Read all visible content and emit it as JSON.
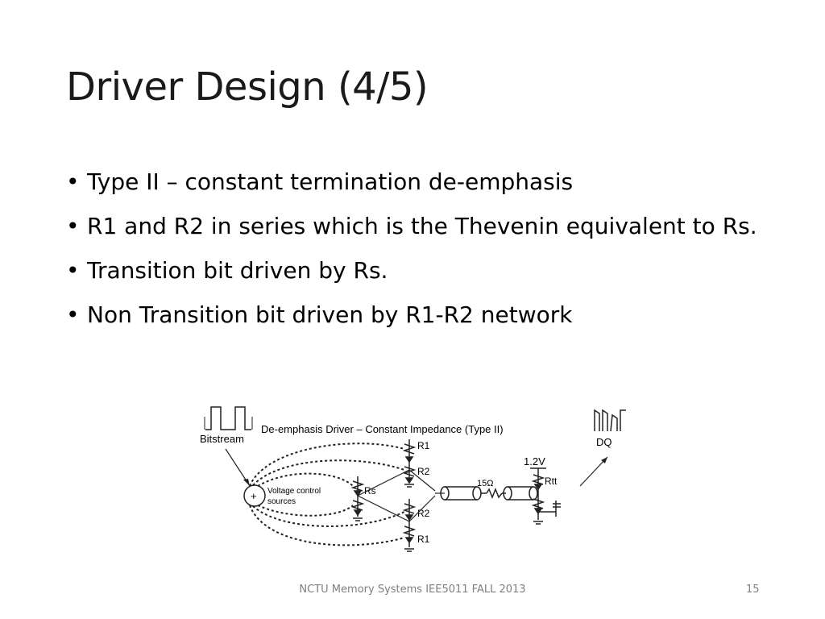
{
  "slide": {
    "title": "Driver Design (4/5)",
    "bullets": [
      "Type II – constant termination de-emphasis",
      "R1 and R2 in series which is the Thevenin equivalent to Rs.",
      "Transition bit driven by Rs.",
      "Non Transition bit driven by R1-R2 network"
    ]
  },
  "figure": {
    "caption": "De-emphasis Driver – Constant Impedance (Type II)",
    "bitstream_label": "Bitstream",
    "dq_label": "DQ",
    "voltage_label_line1": "Voltage control",
    "voltage_label_line2": "sources",
    "source_symbol": "+",
    "r1_top": "R1",
    "r2_top": "R2",
    "rs_label": "Rs",
    "r2_bottom": "R2",
    "r1_bottom": "R1",
    "line_impedance": "15Ω",
    "vtt": "1.2V",
    "rtt": "Rtt"
  },
  "footer": {
    "course": "NCTU Memory Systems IEE5011 FALL 2013",
    "page_number": "15"
  }
}
